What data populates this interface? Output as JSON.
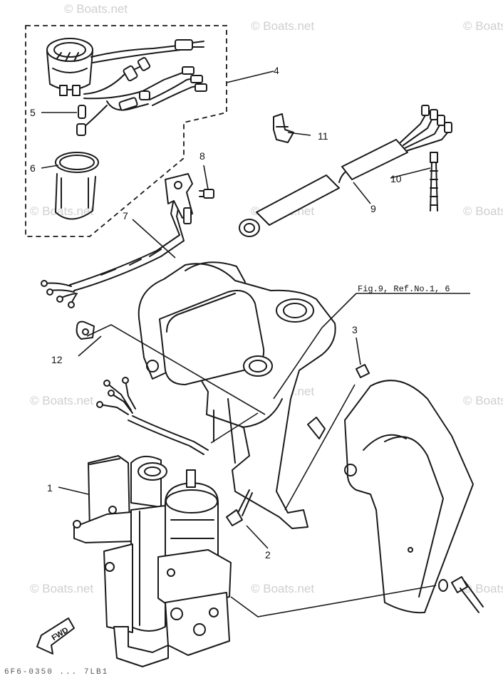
{
  "watermark": "© Boats.net",
  "callouts": [
    "1",
    "2",
    "3",
    "4",
    "5",
    "6",
    "7",
    "8",
    "9",
    "10",
    "11",
    "12"
  ],
  "reference_note": "Fig.9, Ref.No.1, 6",
  "fwd_label": "FWD",
  "footer_code": "6F6-0350 ... 7LB1"
}
